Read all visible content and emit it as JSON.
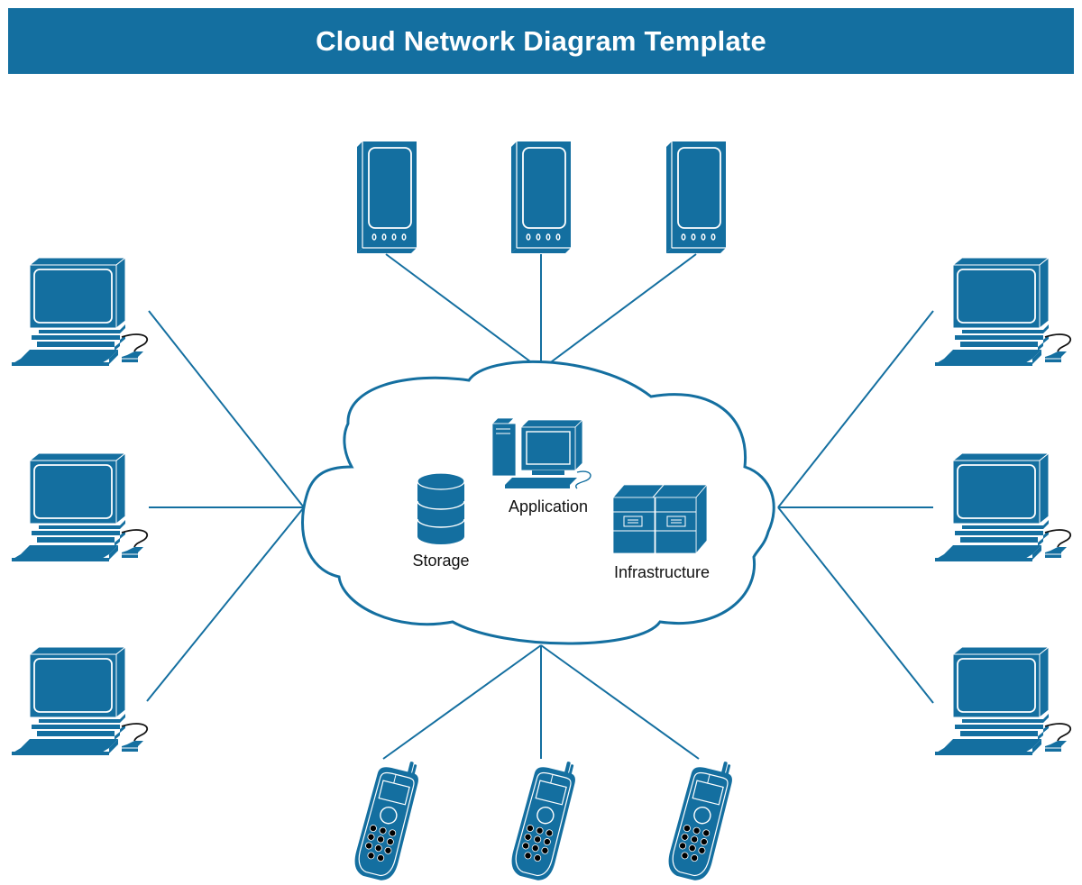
{
  "title": "Cloud Network Diagram Template",
  "colors": {
    "primary": "#146fa0",
    "line": "#146fa0",
    "background": "#ffffff",
    "text": "#111111",
    "cable": "#111111"
  },
  "cloud": {
    "name": "cloud",
    "services": [
      {
        "id": "storage",
        "label": "Storage",
        "icon": "database-icon"
      },
      {
        "id": "application",
        "label": "Application",
        "icon": "desktop-computer-icon"
      },
      {
        "id": "infrastructure",
        "label": "Infrastructure",
        "icon": "server-rack-icon"
      }
    ]
  },
  "nodes": {
    "servers": [
      {
        "id": "server-1",
        "icon": "server-icon"
      },
      {
        "id": "server-2",
        "icon": "server-icon"
      },
      {
        "id": "server-3",
        "icon": "server-icon"
      }
    ],
    "left_computers": [
      {
        "id": "computer-left-1",
        "icon": "computer-icon"
      },
      {
        "id": "computer-left-2",
        "icon": "computer-icon"
      },
      {
        "id": "computer-left-3",
        "icon": "computer-icon"
      }
    ],
    "right_computers": [
      {
        "id": "computer-right-1",
        "icon": "computer-icon"
      },
      {
        "id": "computer-right-2",
        "icon": "computer-icon"
      },
      {
        "id": "computer-right-3",
        "icon": "computer-icon"
      }
    ],
    "phones": [
      {
        "id": "phone-1",
        "icon": "mobile-phone-icon"
      },
      {
        "id": "phone-2",
        "icon": "mobile-phone-icon"
      },
      {
        "id": "phone-3",
        "icon": "mobile-phone-icon"
      }
    ]
  },
  "connections": [
    {
      "from": "server-1",
      "to": "cloud"
    },
    {
      "from": "server-2",
      "to": "cloud"
    },
    {
      "from": "server-3",
      "to": "cloud"
    },
    {
      "from": "computer-left-1",
      "to": "cloud"
    },
    {
      "from": "computer-left-2",
      "to": "cloud"
    },
    {
      "from": "computer-left-3",
      "to": "cloud"
    },
    {
      "from": "computer-right-1",
      "to": "cloud"
    },
    {
      "from": "computer-right-2",
      "to": "cloud"
    },
    {
      "from": "computer-right-3",
      "to": "cloud"
    },
    {
      "from": "phone-1",
      "to": "cloud"
    },
    {
      "from": "phone-2",
      "to": "cloud"
    },
    {
      "from": "phone-3",
      "to": "cloud"
    }
  ]
}
